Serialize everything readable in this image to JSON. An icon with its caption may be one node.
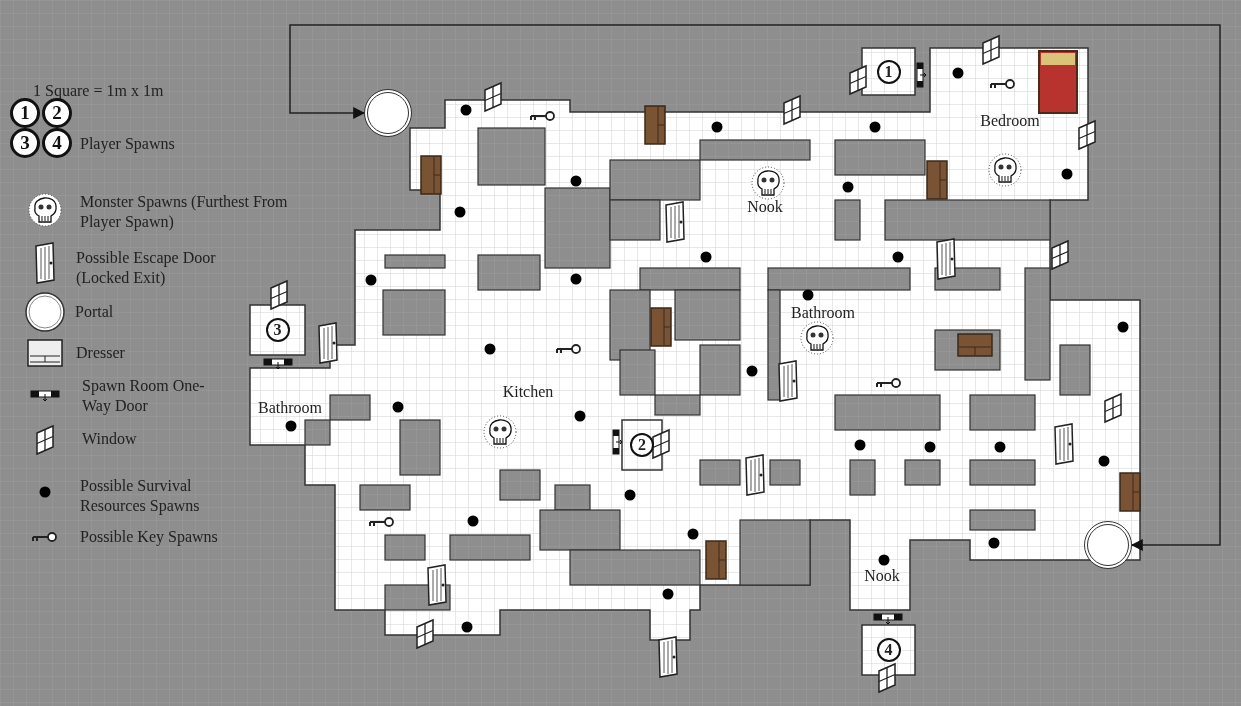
{
  "diagram": {
    "nodes": [
      {
        "text": [],
        "shape": "circle"
      },
      {
        "text": [],
        "shape": "circle"
      },
      {
        "text": [
          "1"
        ]
      },
      {
        "text": [
          "Bedroom"
        ]
      },
      {
        "text": [
          "Nook"
        ]
      },
      {
        "text": [
          "Bathroom"
        ]
      },
      {
        "text": [
          "Kitchen"
        ]
      },
      {
        "text": [
          "3"
        ]
      },
      {
        "text": [
          "Bathroom"
        ]
      },
      {
        "text": [
          "2"
        ]
      },
      {
        "text": [
          "Nook"
        ]
      },
      {
        "text": [
          "4"
        ]
      }
    ],
    "edges": [
      {
        "from": 0,
        "to": 1,
        "arrow": "both"
      }
    ],
    "labels": [
      "1 Square = 1m x 1m",
      "1",
      "2",
      "3",
      "4"
    ],
    "legend": [
      {
        "text": "Player Spawns"
      },
      {
        "text": "Monster Spawns (Furthest From Player Spawn)"
      },
      {
        "text": "Possible Escape Door (Locked Exit)"
      },
      {
        "text": "Portal"
      },
      {
        "text": "Dresser"
      },
      {
        "text": "Spawn Room One-Way Door"
      },
      {
        "text": "Window"
      },
      {
        "text": "Possible Survival Resources Spawns"
      },
      {
        "text": "Possible Key Spawns"
      }
    ]
  }
}
